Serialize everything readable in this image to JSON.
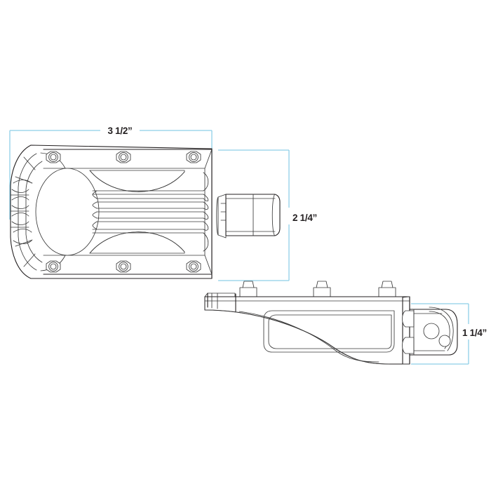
{
  "drawing": {
    "title": "bicycle-pedal-technical-dimension-drawing",
    "background_color": "#ffffff",
    "line_color": "#231f20",
    "dimension_line_color": "#8ecfe8"
  },
  "dimensions": {
    "width": {
      "label": "3 1/2”",
      "name": "pedal-width-dimension",
      "orientation": "horizontal"
    },
    "depth": {
      "label": "2 1/4”",
      "name": "pedal-depth-dimension",
      "orientation": "vertical"
    },
    "height": {
      "label": "1 1/4”",
      "name": "bracket-height-dimension",
      "orientation": "vertical"
    }
  },
  "views": {
    "top": {
      "name": "pedal-top-view",
      "features": {
        "bolts_label": "hex-bolt",
        "bolt_count": 6,
        "spindle_label": "spindle-stub",
        "grip_label": "curved-grip-end",
        "rib_count": 4
      }
    },
    "side": {
      "name": "pedal-bracket-side-view",
      "features": {
        "stud_label": "mounting-stud",
        "stud_count": 3,
        "clamp_label": "clamp-block",
        "hole_count": 2
      }
    }
  }
}
